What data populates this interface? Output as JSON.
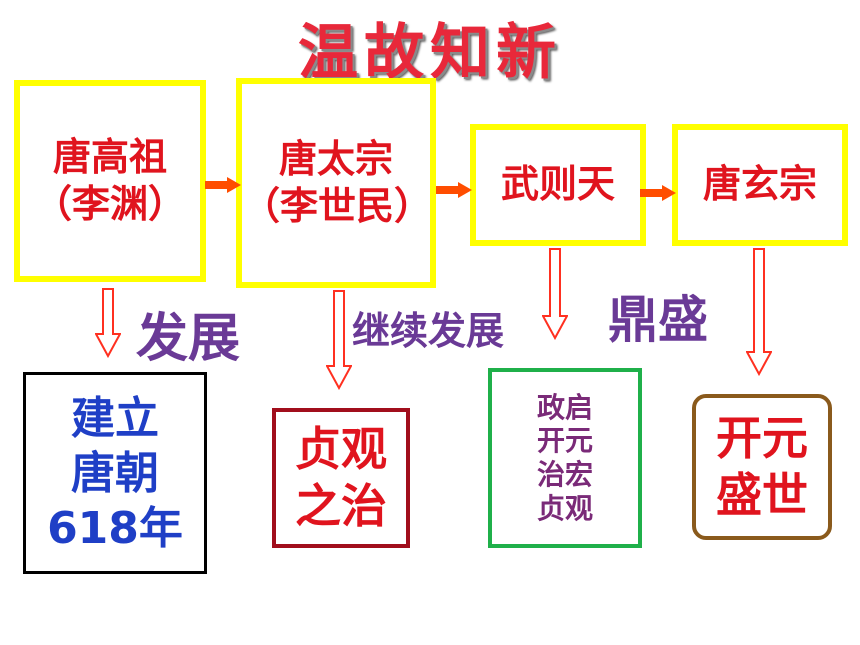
{
  "title": "温故知新",
  "rulers": [
    {
      "name": "唐高祖",
      "note": "（李渊）"
    },
    {
      "name": "唐太宗",
      "note": "（李世民）"
    },
    {
      "name": "武则天",
      "note": ""
    },
    {
      "name": "唐玄宗",
      "note": ""
    }
  ],
  "phases": [
    "发展",
    "继续发展",
    "鼎盛"
  ],
  "results": [
    {
      "lines": [
        "建立",
        "唐朝",
        "618年"
      ]
    },
    {
      "lines": [
        "贞观",
        "之治"
      ]
    },
    {
      "lines": [
        "政启",
        "开元",
        "治宏",
        "贞观"
      ]
    },
    {
      "lines": [
        "开元",
        "盛世"
      ]
    }
  ],
  "colors": {
    "title": "#e8283a",
    "ruler_border": "#ffff00",
    "ruler_text": "#e0141e",
    "arrow": "#ff4d00",
    "phase_text": "#6a3a96",
    "result1_border": "#000000",
    "result1_text": "#1f3fc6",
    "result2_border": "#a10e1c",
    "result2_text": "#e0141e",
    "result3_border": "#1fb04a",
    "result3_text": "#7a2a78",
    "result4_border": "#8a5a1c",
    "result4_text": "#e0141e"
  }
}
